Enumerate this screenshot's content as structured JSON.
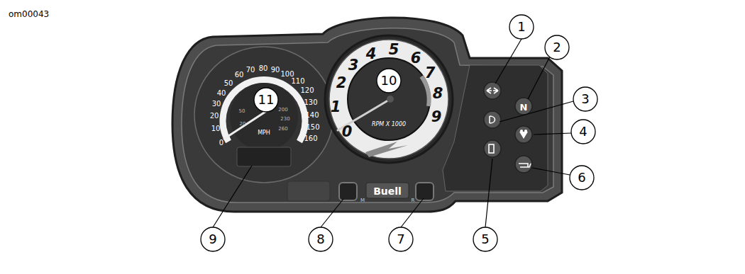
{
  "diagram": {
    "labels": [
      "om00043",
      "1",
      "2",
      "3",
      "4",
      "5",
      "6",
      "7",
      "8",
      "9",
      "10",
      "11",
      "0",
      "10",
      "20",
      "30",
      "40",
      "50",
      "60",
      "70",
      "80",
      "90",
      "100",
      "110",
      "120",
      "130",
      "140",
      "150",
      "160",
      "20",
      "50",
      "200",
      "230",
      "260",
      "MPH",
      "0",
      "1",
      "2",
      "3",
      "4",
      "5",
      "6",
      "7",
      "8",
      "9",
      "RPM X 1000",
      "N",
      "Buell",
      "M",
      "R"
    ]
  }
}
